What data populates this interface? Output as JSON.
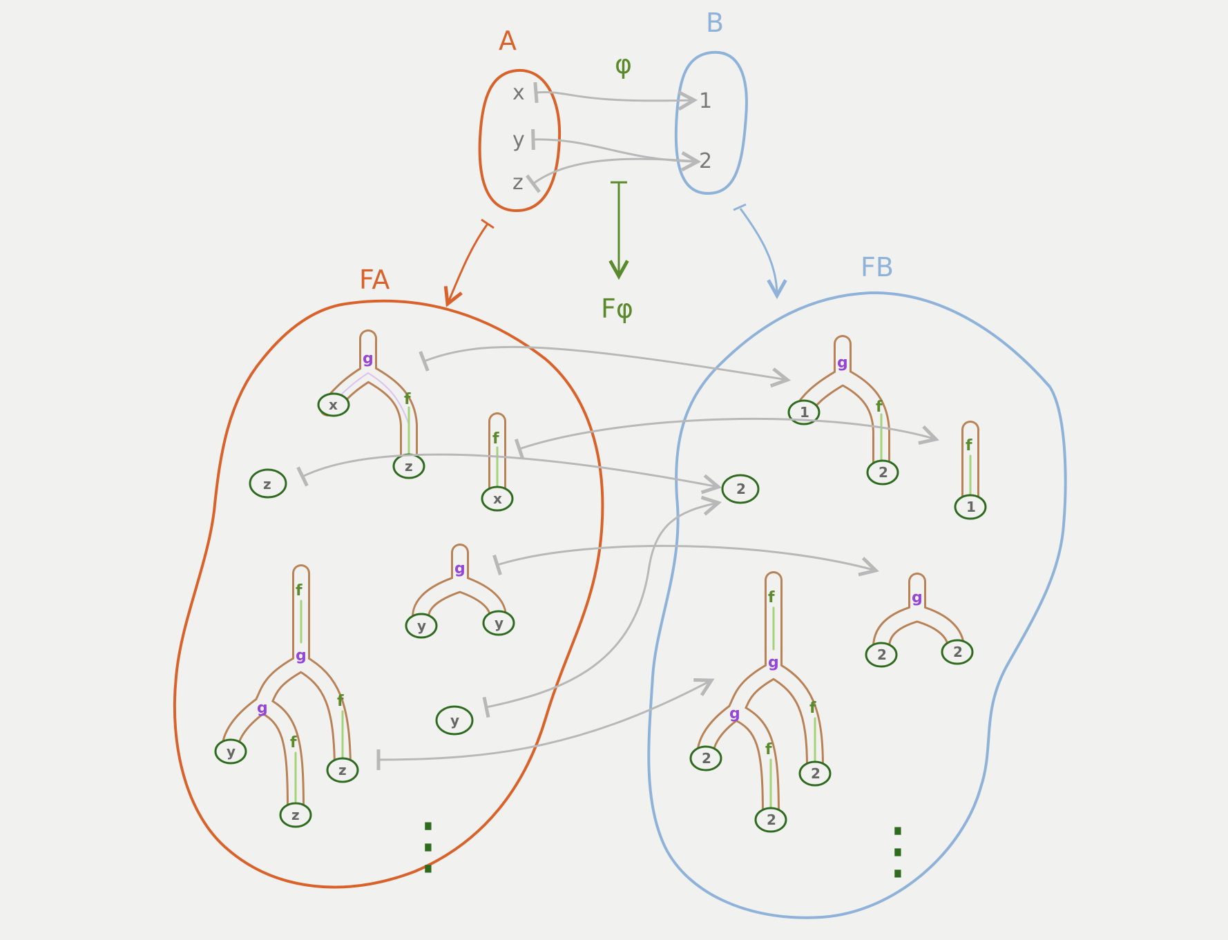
{
  "sets": {
    "A": {
      "label": "A",
      "elements": [
        "x",
        "y",
        "z"
      ],
      "color": "#d9622b"
    },
    "B": {
      "label": "B",
      "elements": [
        "1",
        "2"
      ],
      "color": "#8fb2d9"
    }
  },
  "maps": {
    "phi": "φ",
    "F_phi": "Fφ",
    "phi_assignment": [
      [
        "x",
        "1"
      ],
      [
        "y",
        "2"
      ],
      [
        "z",
        "2"
      ]
    ]
  },
  "functor_sets": {
    "FA": {
      "label": "FA",
      "ellipsis": "⋮"
    },
    "FB": {
      "label": "FB",
      "ellipsis": "⋮"
    }
  },
  "operations": {
    "g": "g",
    "f": "f"
  },
  "trees": {
    "FA": [
      {
        "expr": "g(x, f(z))",
        "leaves": [
          "x",
          "z"
        ]
      },
      {
        "expr": "z",
        "leaves": [
          "z"
        ]
      },
      {
        "expr": "f(x)",
        "leaves": [
          "x"
        ]
      },
      {
        "expr": "g(y, y)",
        "leaves": [
          "y",
          "y"
        ]
      },
      {
        "expr": "y",
        "leaves": [
          "y"
        ]
      },
      {
        "expr": "f(g(g(y, f(z)), f(z)))",
        "leaves": [
          "y",
          "z",
          "z"
        ]
      }
    ],
    "FB": [
      {
        "expr": "g(1, f(2))",
        "leaves": [
          "1",
          "2"
        ]
      },
      {
        "expr": "2",
        "leaves": [
          "2"
        ]
      },
      {
        "expr": "f(1)",
        "leaves": [
          "1"
        ]
      },
      {
        "expr": "g(2, 2)",
        "leaves": [
          "2",
          "2"
        ]
      },
      {
        "expr": "f(g(g(2, f(2)), f(2)))",
        "leaves": [
          "2",
          "2",
          "2"
        ]
      }
    ]
  },
  "colors": {
    "orange": "#d9622b",
    "blue": "#8fb2d9",
    "green": "#5a8a2c",
    "dark_green": "#2f6b1f",
    "purple": "#9446d6",
    "tube_brown": "#b98256",
    "tube_line": "#a5d37a",
    "gray_arrow": "#b8b8b8"
  }
}
